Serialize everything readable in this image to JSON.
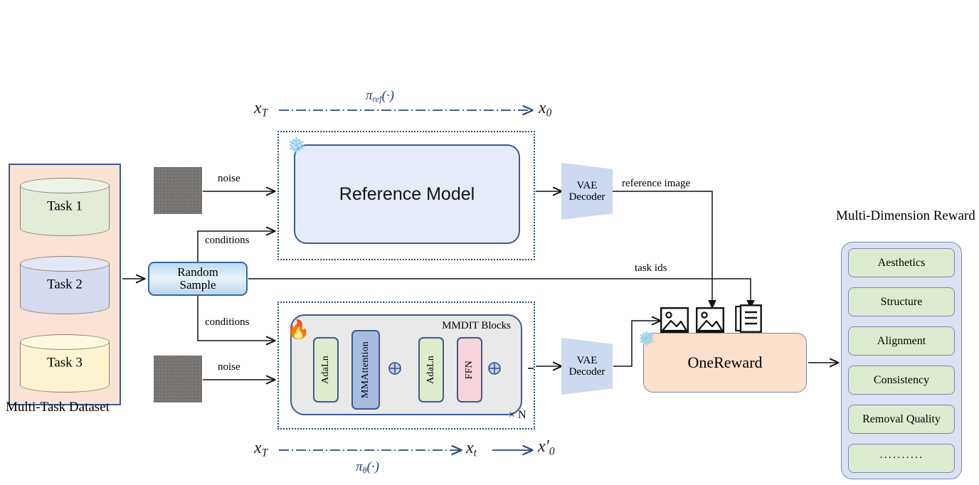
{
  "figure": {
    "type": "diagram",
    "description": "OneReward multi-task diffusion training pipeline"
  },
  "dataset": {
    "caption": "Multi-Task Dataset",
    "tasks": [
      {
        "label": "Task 1",
        "color": "#e2ecd9"
      },
      {
        "label": "Task 2",
        "color": "#d7dbef"
      },
      {
        "label": "Task 3",
        "color": "#fcf4cf"
      }
    ],
    "panel_color": "#fae3d4",
    "border_color": "#3d5a96"
  },
  "sampler": {
    "line1": "Random",
    "line2": "Sample"
  },
  "edges": {
    "noise_top": "noise",
    "noise_bottom": "noise",
    "conditions_top": "conditions",
    "conditions_bottom": "conditions",
    "reference_image": "reference image",
    "task_ids": "task ids"
  },
  "reference_branch": {
    "model_label": "Reference Model",
    "frozen_icon": "snowflake-icon",
    "vae_line1": "VAE",
    "vae_line2": "Decoder",
    "math_start": "x",
    "math_start_sub": "T",
    "math_path": "π",
    "math_path_sub": "ref",
    "math_path_arg": "(·)",
    "math_end": "x",
    "math_end_sub": "0"
  },
  "policy_branch": {
    "trainable_icon": "flame-icon",
    "blocks_title": "MMDIT Blocks",
    "repeat_label": "× N",
    "blocks": [
      {
        "label": "AdaLn",
        "kind": "adaln"
      },
      {
        "label": "MMAttention",
        "kind": "attention"
      },
      {
        "label": "AdaLn",
        "kind": "adaln"
      },
      {
        "label": "FFN",
        "kind": "ffn"
      }
    ],
    "residual_op": "⊕",
    "vae_line1": "VAE",
    "vae_line2": "Decoder",
    "math_start": "x",
    "math_start_sub": "T",
    "math_path": "π",
    "math_path_sub": "θ",
    "math_path_arg": "(·)",
    "math_mid": "x",
    "math_mid_sub": "t",
    "math_end": "x′",
    "math_end_sub": "0"
  },
  "reward_model": {
    "label": "OneReward",
    "frozen_icon": "snowflake-icon",
    "inputs": [
      {
        "icon": "image-icon"
      },
      {
        "icon": "image-icon"
      },
      {
        "icon": "document-icon"
      }
    ],
    "box_color": "#fae0cd"
  },
  "reward_panel": {
    "title": "Multi-Dimension Reward",
    "panel_color": "#dde2f3",
    "item_color": "#ddecd0",
    "items": [
      "Aesthetics",
      "Structure",
      "Alignment",
      "Consistency",
      "Removal Quality",
      "··········"
    ]
  }
}
